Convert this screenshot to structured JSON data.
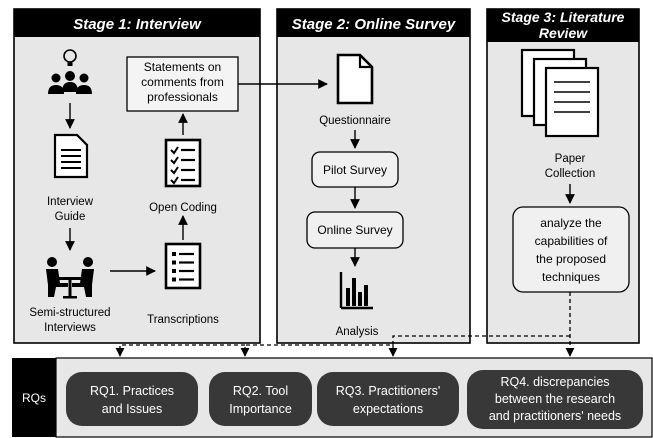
{
  "stages": [
    {
      "title": "Stage 1: Interview"
    },
    {
      "title": "Stage 2: Online Survey"
    },
    {
      "title_line1": "Stage 3: Literature",
      "title_line2": "Review"
    }
  ],
  "stage1": {
    "interview_guide": [
      "Interview",
      "Guide"
    ],
    "semi_structured": [
      "Semi-structured",
      "Interviews"
    ],
    "transcriptions": "Transcriptions",
    "open_coding": "Open Coding",
    "statements": [
      "Statements on",
      "comments from",
      "professionals"
    ]
  },
  "stage2": {
    "questionnaire": "Questionnaire",
    "pilot_survey": "Pilot Survey",
    "online_survey": "Online Survey",
    "analysis": "Analysis"
  },
  "stage3": {
    "paper_collection": [
      "Paper",
      "Collection"
    ],
    "analyze": [
      "analyze the",
      "capabilities of",
      "the proposed",
      "techniques"
    ]
  },
  "rqs": {
    "label": "RQs",
    "items": [
      {
        "lines": [
          "RQ1. Practices",
          "and Issues"
        ]
      },
      {
        "lines": [
          "RQ2. Tool",
          "Importance"
        ]
      },
      {
        "lines": [
          "RQ3. Practitioners'",
          "expectations"
        ]
      },
      {
        "lines": [
          "RQ4. discrepancies",
          "between the research",
          "and practitioners' needs"
        ]
      }
    ]
  },
  "icons": [
    "lightbulb-people-icon",
    "document-icon",
    "meeting-icon",
    "checklist-icon",
    "list-icon",
    "bar-chart-icon",
    "papers-icon"
  ]
}
